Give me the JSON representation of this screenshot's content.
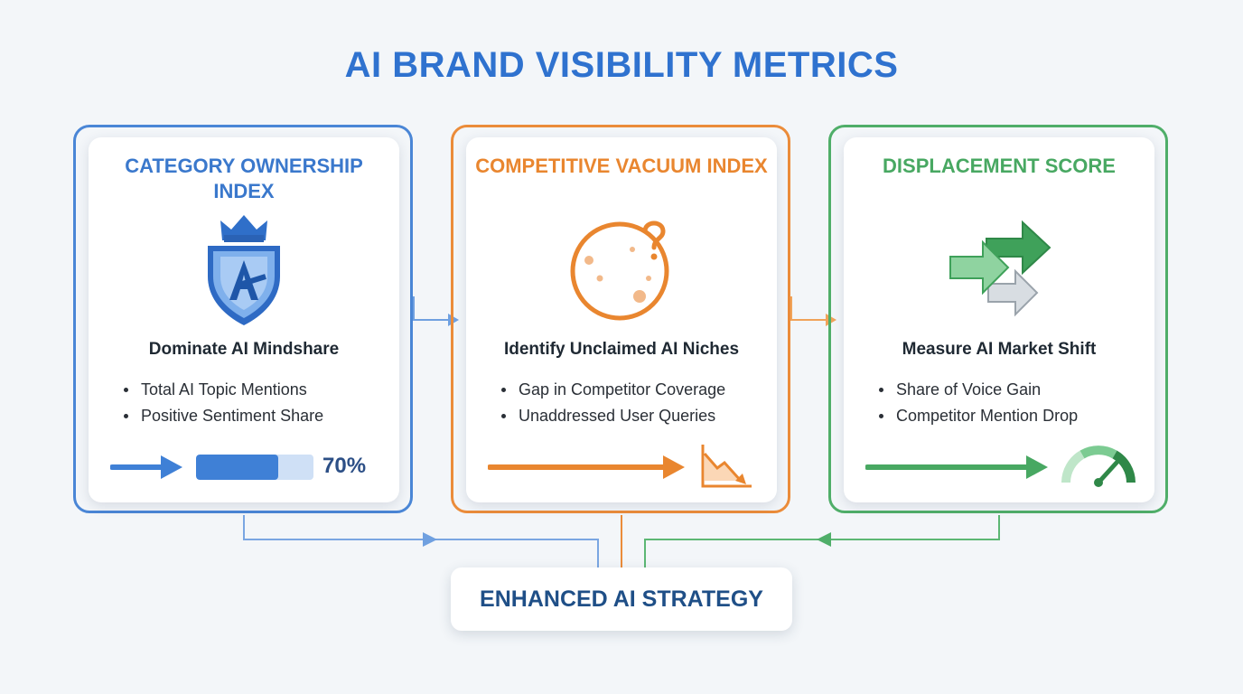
{
  "title": "AI BRAND VISIBILITY METRICS",
  "cards": [
    {
      "title": "CATEGORY OWNERSHIP INDEX",
      "icon": "crown-shield-icon",
      "subtitle": "Dominate AI Mindshare",
      "bullets": [
        "Total AI Topic Mentions",
        "Positive Sentiment Share"
      ],
      "progress_fraction": 0.7,
      "progress_label": "70%",
      "color": "#3a78cc"
    },
    {
      "title": "COMPETITIVE VACUUM INDEX",
      "icon": "question-circle-icon",
      "subtitle": "Identify Unclaimed AI Niches",
      "bullets": [
        "Gap in Competitor Coverage",
        "Unaddressed User Queries"
      ],
      "trend_icon": "downtrend-chart-icon",
      "color": "#e9862f"
    },
    {
      "title": "DISPLACEMENT SCORE",
      "icon": "displacement-arrows-icon",
      "subtitle": "Measure AI Market Shift",
      "bullets": [
        "Share of Voice Gain",
        "Competitor Mention Drop"
      ],
      "trend_icon": "gauge-icon",
      "color": "#48a862"
    }
  ],
  "result": {
    "label": "ENHANCED AI STRATEGY",
    "color": "#1f4f87"
  }
}
